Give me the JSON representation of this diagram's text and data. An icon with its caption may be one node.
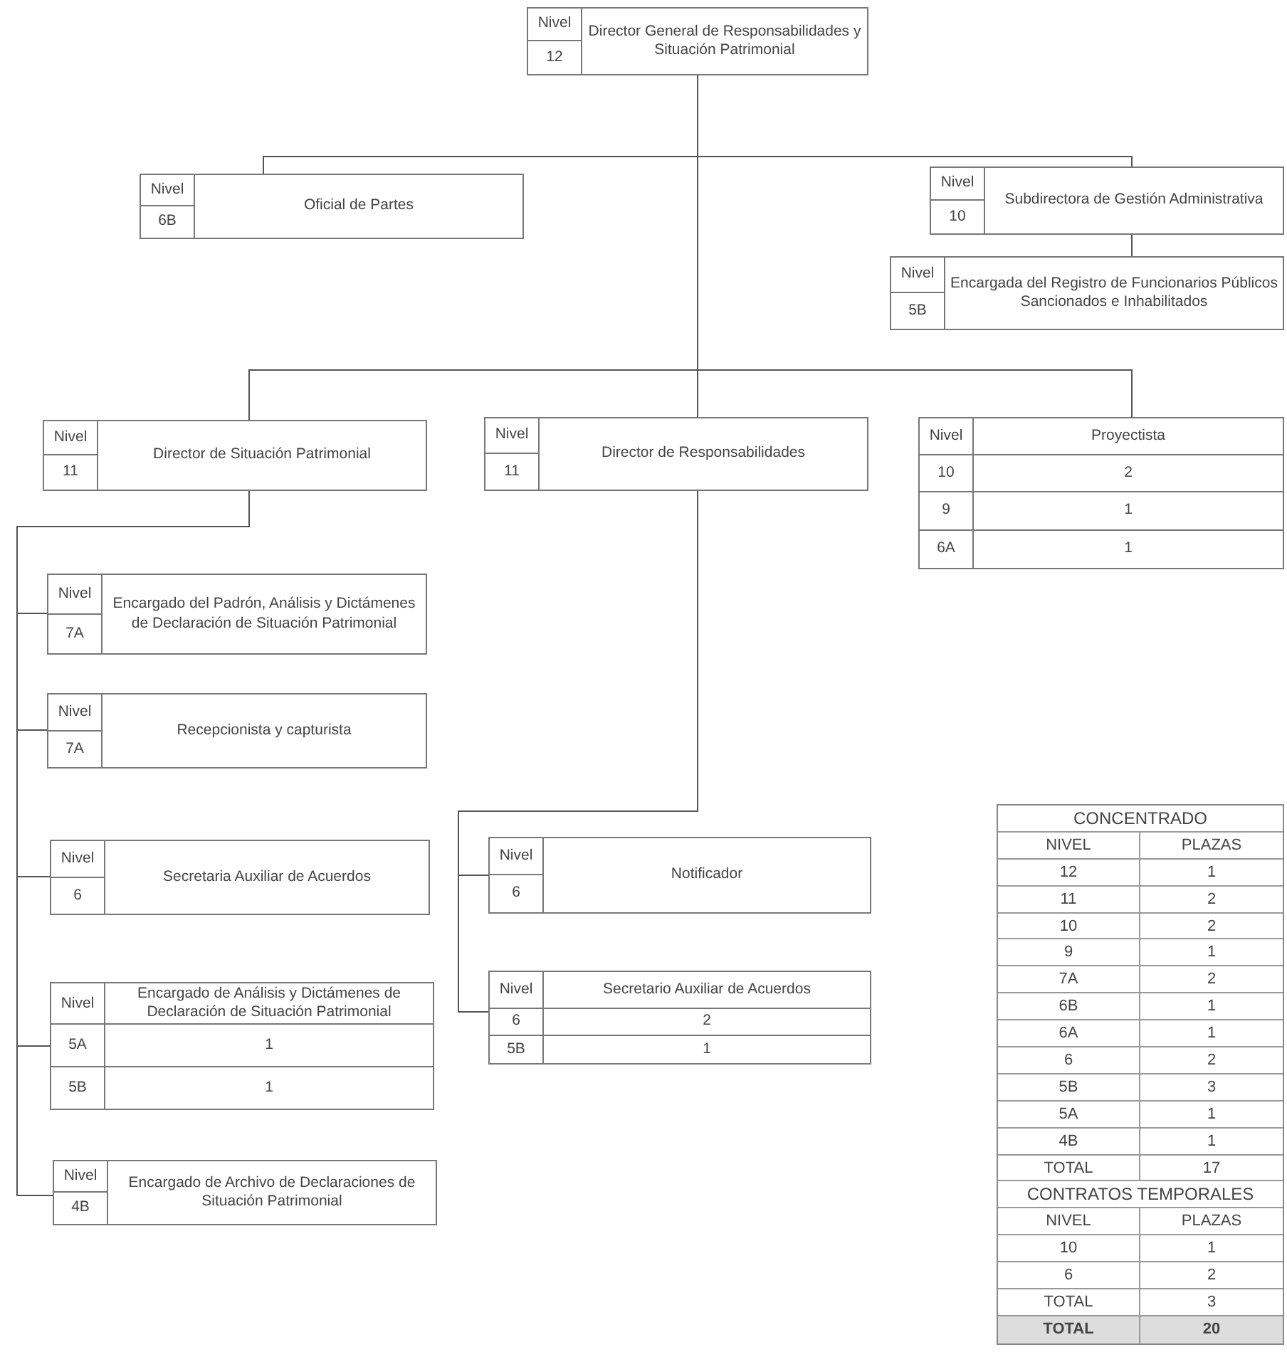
{
  "diagram": {
    "nodes": [
      {
        "text": [
          "Nivel",
          "12",
          "Director General de Responsabilidades y Situación Patrimonial"
        ]
      },
      {
        "text": [
          "Nivel",
          "6B",
          "Oficial de Partes"
        ]
      },
      {
        "text": [
          "Nivel",
          "10",
          "Subdirectora de Gestión Administrativa"
        ]
      },
      {
        "text": [
          "Nivel",
          "5B",
          "Encargada del Registro de Funcionarios Públicos Sancionados e Inhabilitados"
        ]
      },
      {
        "text": [
          "Nivel",
          "11",
          "Director de Situación Patrimonial"
        ]
      },
      {
        "text": [
          "Nivel",
          "11",
          "Director de Responsabilidades"
        ]
      },
      {
        "text": [
          "Nivel",
          "Proyectista",
          "10",
          "2",
          "9",
          "1",
          "6A",
          "1"
        ]
      },
      {
        "text": [
          "Nivel",
          "7A",
          "Encargado del Padrón, Análisis y Dictámenes de Declaración de Situación Patrimonial"
        ]
      },
      {
        "text": [
          "Nivel",
          "7A",
          "Recepcionista y capturista"
        ]
      },
      {
        "text": [
          "Nivel",
          "6",
          "Secretaria Auxiliar de Acuerdos"
        ]
      },
      {
        "text": [
          "Nivel",
          "Encargado de Análisis y Dictámenes de Declaración de Situación Patrimonial",
          "5A",
          "1",
          "5B",
          "1"
        ]
      },
      {
        "text": [
          "Nivel",
          "4B",
          "Encargado de Archivo de Declaraciones de Situación Patrimonial"
        ]
      },
      {
        "text": [
          "Nivel",
          "6",
          "Notificador"
        ]
      },
      {
        "text": [
          "Nivel",
          "Secretario Auxiliar de Acuerdos",
          "6",
          "2",
          "5B",
          "1"
        ]
      }
    ],
    "edges": [
      {
        "from": 0,
        "to": 1,
        "arrow": "none"
      },
      {
        "from": 0,
        "to": 2,
        "arrow": "none"
      },
      {
        "from": 2,
        "to": 3,
        "arrow": "none"
      },
      {
        "from": 0,
        "to": 4,
        "arrow": "none"
      },
      {
        "from": 0,
        "to": 5,
        "arrow": "none"
      },
      {
        "from": 0,
        "to": 6,
        "arrow": "none"
      },
      {
        "from": 4,
        "to": 7,
        "arrow": "none"
      },
      {
        "from": 4,
        "to": 8,
        "arrow": "none"
      },
      {
        "from": 4,
        "to": 9,
        "arrow": "none"
      },
      {
        "from": 4,
        "to": 10,
        "arrow": "none"
      },
      {
        "from": 4,
        "to": 11,
        "arrow": "none"
      },
      {
        "from": 5,
        "to": 12,
        "arrow": "none"
      },
      {
        "from": 5,
        "to": 13,
        "arrow": "none"
      }
    ],
    "labels": [
      "CONCENTRADO",
      "NIVEL",
      "PLAZAS",
      "12",
      "1",
      "11",
      "2",
      "10",
      "2",
      "9",
      "1",
      "7A",
      "2",
      "6B",
      "1",
      "6A",
      "1",
      "6",
      "2",
      "5B",
      "3",
      "5A",
      "1",
      "4B",
      "1",
      "TOTAL",
      "17",
      "CONTRATOS TEMPORALES",
      "NIVEL",
      "PLAZAS",
      "10",
      "1",
      "6",
      "2",
      "TOTAL",
      "3",
      "TOTAL",
      "20"
    ]
  }
}
